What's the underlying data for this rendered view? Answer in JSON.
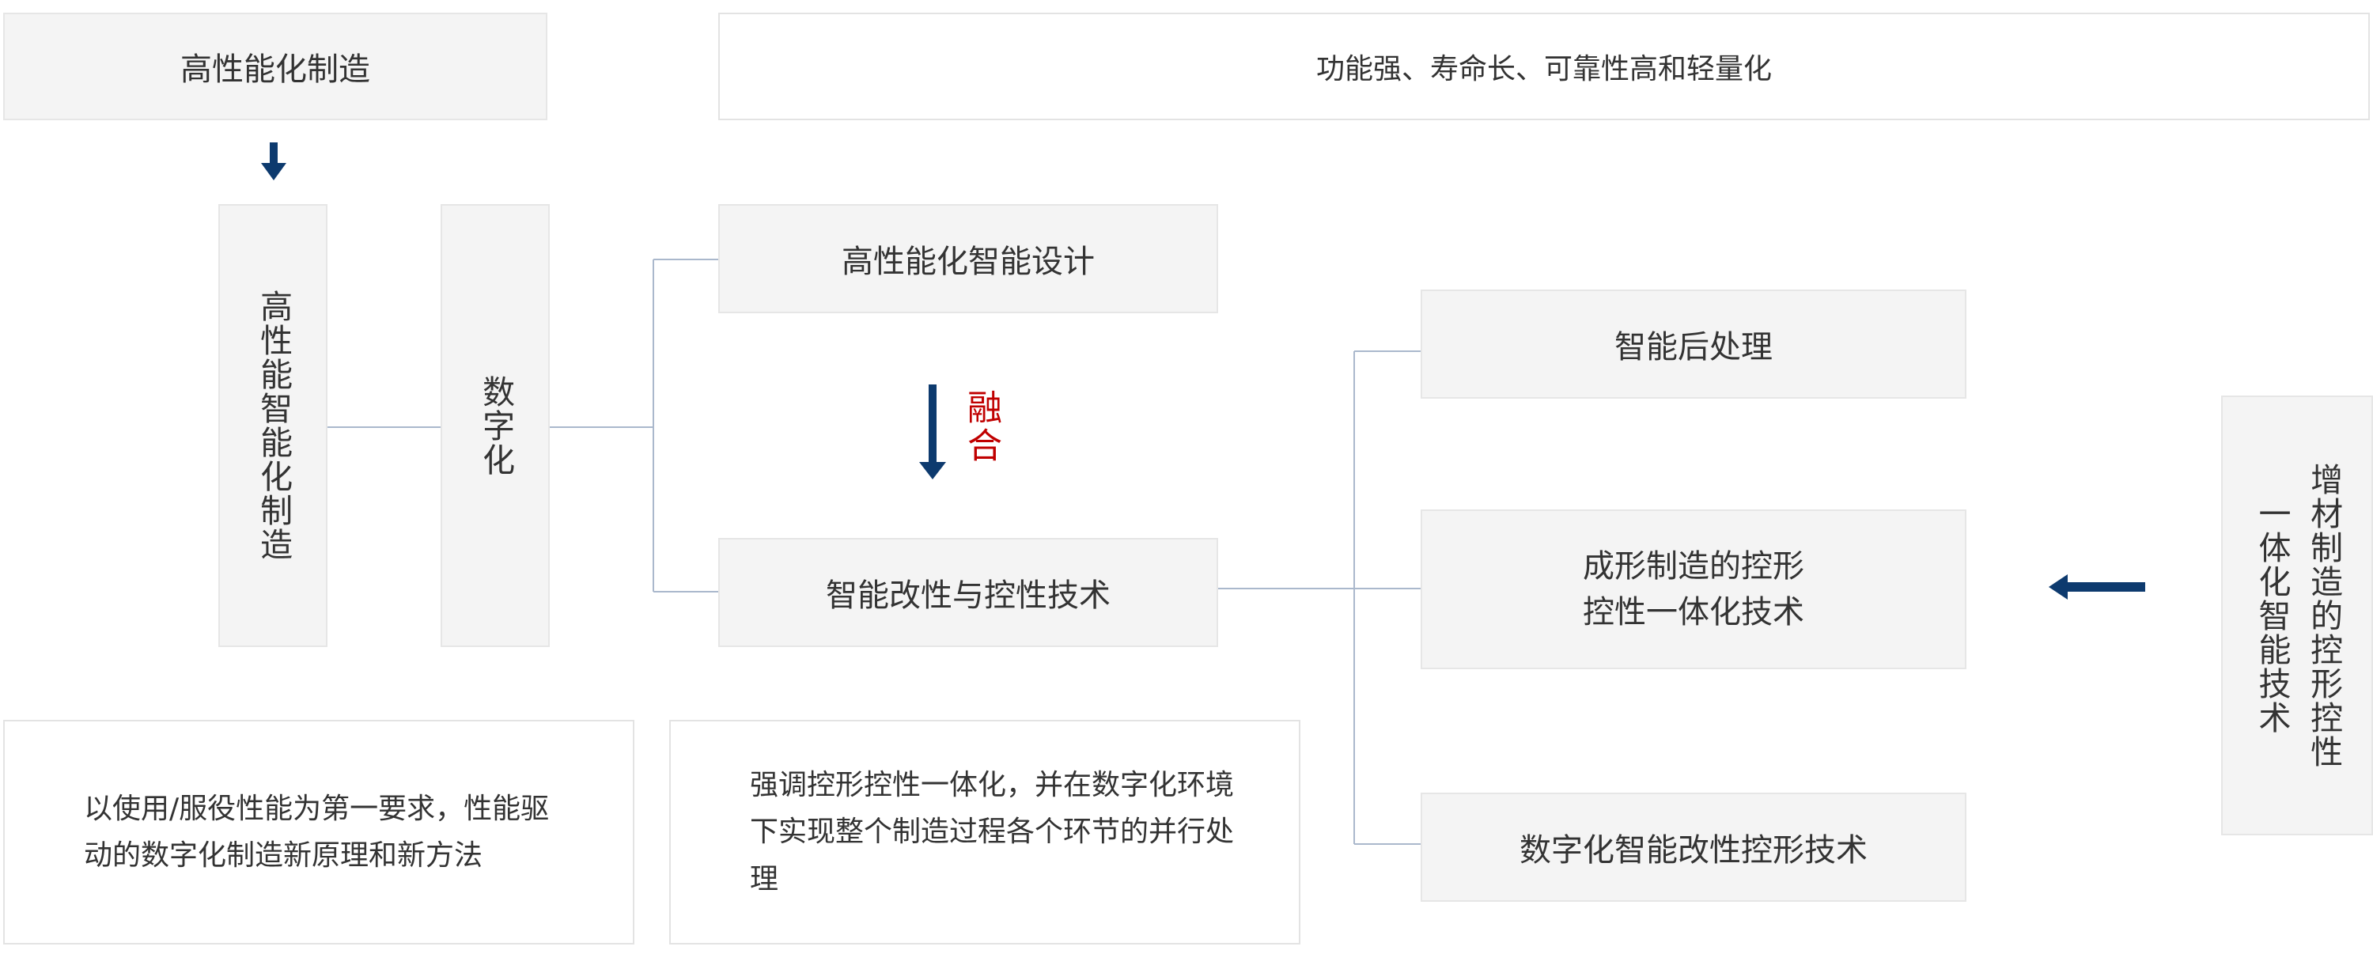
{
  "nodes": {
    "high_performance_manufacturing": "高性能化制造",
    "top_right_description": "功能强、寿命长、可靠性高和轻量化",
    "vertical_high_perf_intelligent": "高性能智能化制造",
    "vertical_digitalization": "数字化",
    "high_perf_intelligent_design": "高性能化智能设计",
    "intelligent_modification_control": "智能改性与控性技术",
    "intelligent_post_processing": "智能后处理",
    "forming_control_line1": "成形制造的控形",
    "forming_control_line2": "控性一体化技术",
    "digital_intelligent_modification": "数字化智能改性控形技术",
    "right_vertical": "增材制造的控形控性一体化智能技术"
  },
  "labels": {
    "fusion": "融合"
  },
  "descriptions": {
    "bottom_left": "以使用/服役性能为第一要求，性能驱动的数字化制造新原理和新方法",
    "bottom_middle": "强调控形控性一体化，并在数字化环境下实现整个制造过程各个环节的并行处理"
  },
  "colors": {
    "arrow": "#0d3a6e",
    "fusion_text": "#c00000",
    "connector": "#aab8cc",
    "box_fill": "#f4f4f4"
  }
}
